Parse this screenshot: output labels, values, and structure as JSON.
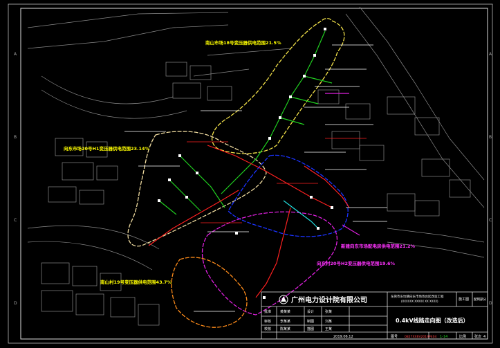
{
  "drawing": {
    "colors": {
      "background": "#000000",
      "base_map": "#8a8a8a",
      "frame": "#ffffff",
      "cable_red": "#ff2020",
      "cable_green": "#20d020",
      "cable_cyan": "#22e0e0",
      "zone_yellow": "#f4e34a",
      "zone_beige": "#f0dca0",
      "zone_blue": "#1b33ff",
      "zone_magenta": "#e020e0",
      "zone_orange": "#ff8c1a",
      "label_yellow": "#ffff00",
      "label_magenta": "#ff33ff"
    },
    "zone_labels": {
      "north": "南山市场18号变压器供电范围21.5%",
      "west": "向东市场20号H1变压器供电范围23.14%",
      "south": "南山村19号变压器供电范围43.7%",
      "east": "向东村20号H2变压器供电范围19.6%",
      "center": "新建向东市场配电房供电范围21.2%"
    },
    "title_block": {
      "company": "广州电力设计院有限公司",
      "project": "东莞市东坑镇向东市场等台区改造工程",
      "project_sub": "(XXXXXX XXXXX XX XXXX)",
      "stage_label": "施工图",
      "part_label": "配网部分",
      "drawing_title": "0.4kV线路走向图（改造后）",
      "row_labels": [
        "批准",
        "审核",
        "校核"
      ],
      "signatures": [
        "黄某某",
        "李某某",
        "陈某某"
      ],
      "row2_labels": [
        "设计",
        "制图",
        "描图"
      ],
      "row2_signatures": [
        "张某",
        "刘某",
        "王某"
      ],
      "date": "2019.06.12",
      "drawing_no_label": "图号",
      "drawing_no": "0827XX6V2019P404",
      "sheet_no": "1-14",
      "scale_label": "比例",
      "sheet_label": "张次",
      "sheet_value": "4"
    },
    "grid_markers": {
      "left": [
        "A",
        "B",
        "C",
        "D"
      ],
      "right": [
        "A",
        "B",
        "C",
        "D"
      ]
    }
  }
}
